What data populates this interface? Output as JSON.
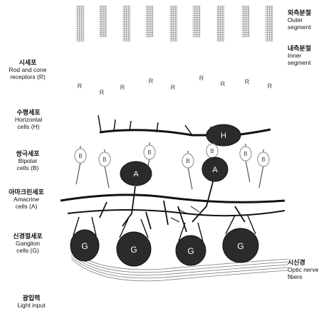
{
  "labels": {
    "outer_segment": {
      "ko": "외측분절",
      "en_1": "Outer",
      "en_2": "segment"
    },
    "inner_segment": {
      "ko": "내측분절",
      "en_1": "Inner",
      "en_2": "segment"
    },
    "receptors": {
      "ko": "시세포",
      "en_1": "Rod and cone",
      "en_2": "receptors (R)"
    },
    "horizontal": {
      "ko": "수평세포",
      "en_1": "Horizontal",
      "en_2": "cells (H)"
    },
    "bipolar": {
      "ko": "쌍극세포",
      "en_1": "Bipolar",
      "en_2": "cells (B)"
    },
    "amacrine": {
      "ko": "아마크린세포",
      "en_1": "Amacrine",
      "en_2": "cells (A)"
    },
    "ganglion": {
      "ko": "신경절세포",
      "en_1": "Ganglion",
      "en_2": "cells (G)"
    },
    "optic_nerve": {
      "ko": "시신경",
      "en_1": "Optic nerve",
      "en_2": "fibers"
    },
    "light_input": {
      "ko": "광입력",
      "en_1": "Light input"
    }
  },
  "cell_letters": {
    "receptor": "R",
    "horizontal": "H",
    "bipolar": "B",
    "amacrine": "A",
    "ganglion": "G"
  },
  "colors": {
    "ink": "#111111",
    "cell_fill": "#2b2b2b",
    "grey": "#9a9a9a"
  }
}
